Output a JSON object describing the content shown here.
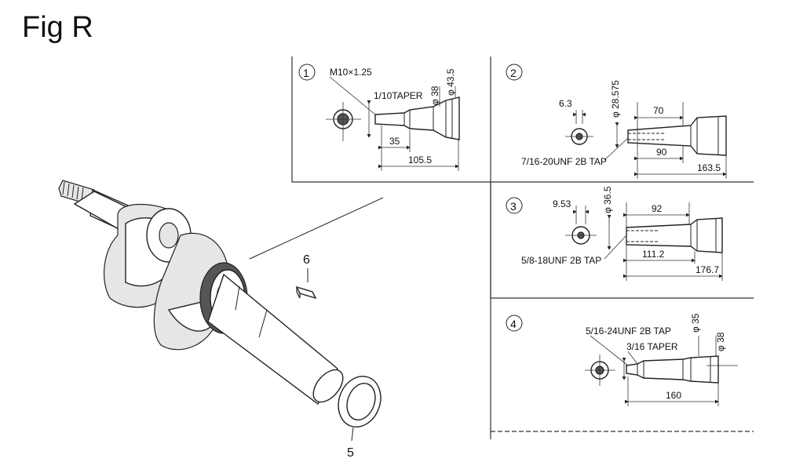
{
  "figure": {
    "title": "Fig R"
  },
  "callouts": {
    "oil_seal": "5",
    "key": "6"
  },
  "panels": [
    {
      "number": "1",
      "thread": "M10×1.25",
      "taper": "1/10TAPER",
      "dia_1": "φ 38",
      "dia_2": "φ 43.5",
      "len_1": "35",
      "len_2": "105.5"
    },
    {
      "number": "2",
      "offset": "6.3",
      "dia": "φ 28.575",
      "len_1": "70",
      "len_2": "90",
      "len_3": "163.5",
      "tap": "7/16-20UNF 2B TAP"
    },
    {
      "number": "3",
      "offset": "9.53",
      "dia": "φ 36.5",
      "len_1": "92",
      "len_2": "111.2",
      "len_3": "176.7",
      "tap": "5/8-18UNF 2B TAP"
    },
    {
      "number": "4",
      "tap": "5/16-24UNF 2B TAP",
      "dia_1": "φ 35",
      "dia_2": "φ 38",
      "taper": "3/16 TAPER",
      "len_1": "160"
    }
  ]
}
